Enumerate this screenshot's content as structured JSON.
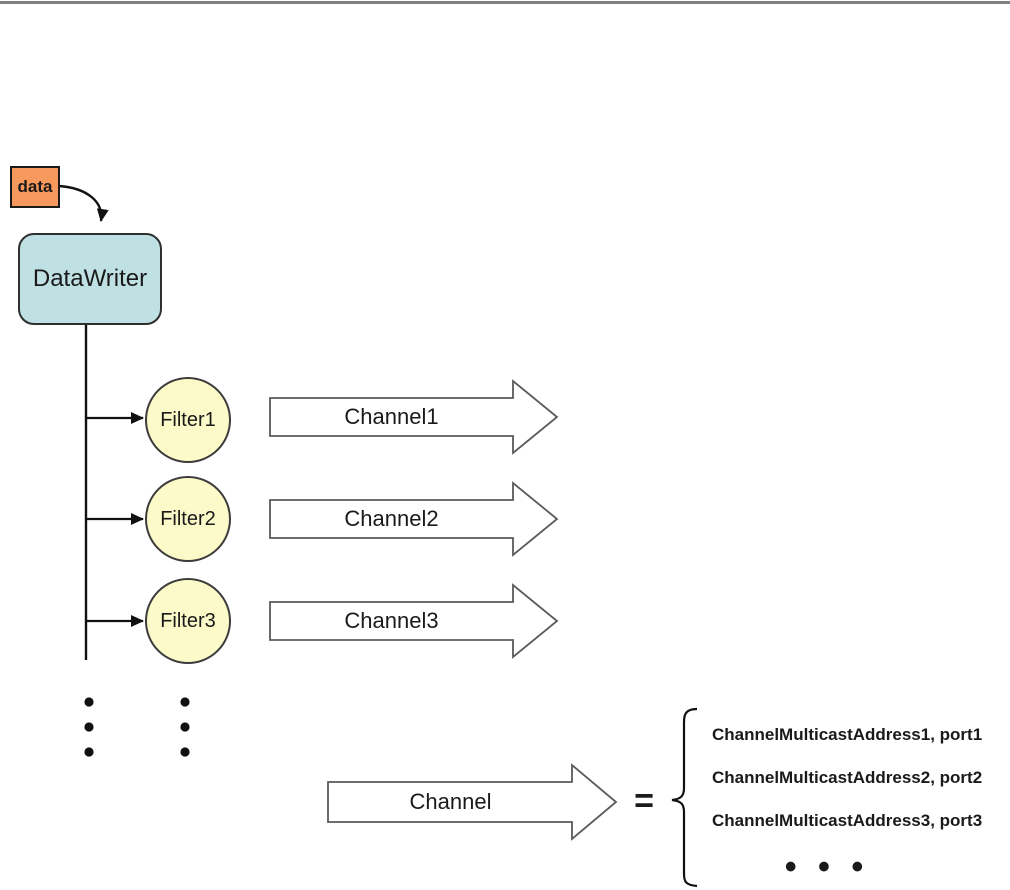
{
  "colors": {
    "data_box_fill": "#F7985C",
    "datawriter_fill": "#C0E1E3",
    "filter_fill": "#FBFAC8",
    "arrow_outline": "#5A5A5A",
    "top_rule_gray": "#808080"
  },
  "nodes": {
    "data_label": "data",
    "datawriter_label": "DataWriter"
  },
  "rows": [
    {
      "filter": "Filter1",
      "channel": "Channel1"
    },
    {
      "filter": "Filter2",
      "channel": "Channel2"
    },
    {
      "filter": "Filter3",
      "channel": "Channel3"
    }
  ],
  "definition": {
    "channel_label": "Channel",
    "equals": "=",
    "entries": [
      "ChannelMulticastAddress1, port1",
      "ChannelMulticastAddress2, port2",
      "ChannelMulticastAddress3, port3"
    ],
    "ellipsis": "• • •"
  }
}
